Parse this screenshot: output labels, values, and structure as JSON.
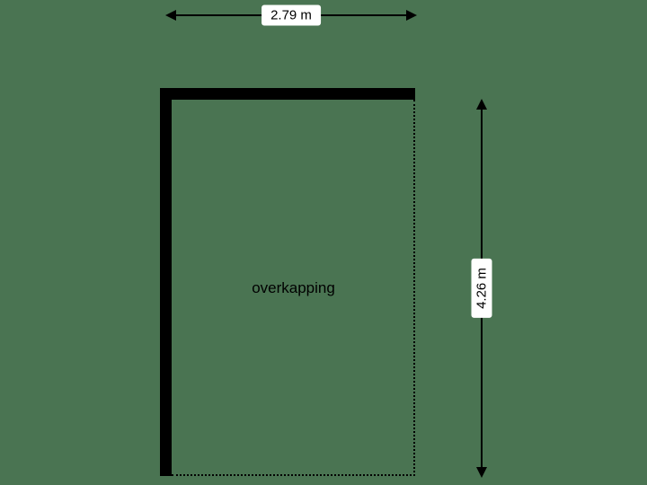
{
  "floorplan": {
    "room": {
      "label": "overkapping"
    },
    "dimensions": {
      "width": "2.79 m",
      "height": "4.26 m"
    }
  },
  "colors": {
    "background": "#4a7452",
    "wall": "#000000",
    "open_edge_style": "dotted",
    "dimension_label_bg": "#ffffff",
    "dimension_text": "#000000"
  }
}
